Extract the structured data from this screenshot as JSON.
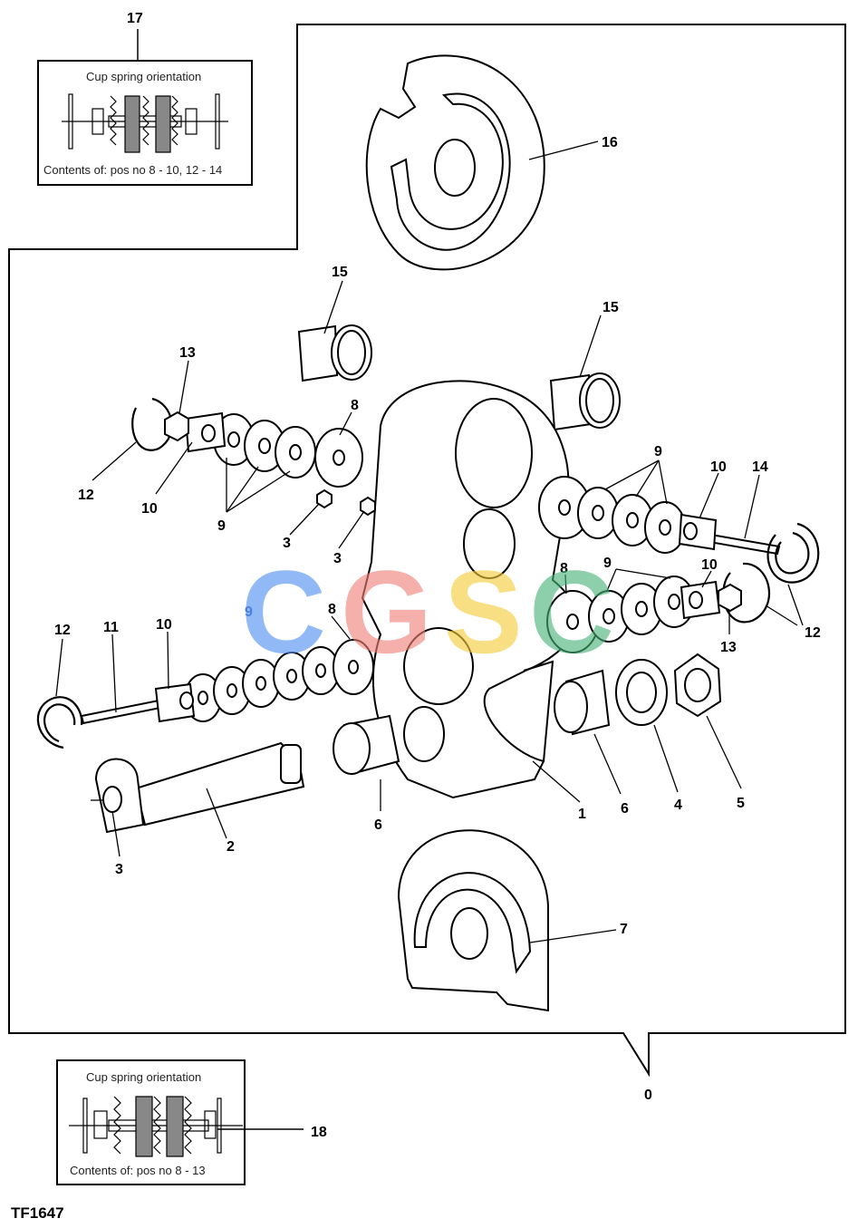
{
  "figure_ref": "TF1647",
  "inset_top": {
    "heading": "Cup spring orientation",
    "caption": "Contents of: pos no 8 - 10, 12 - 14",
    "callout": "17"
  },
  "inset_bottom": {
    "heading": "Cup spring orientation",
    "caption": "Contents of: pos no 8 - 13",
    "callout": "18"
  },
  "assembly_callout": "0",
  "callouts": {
    "c1": "1",
    "c2": "2",
    "c3a": "3",
    "c3b": "3",
    "c3c": "3",
    "c4": "4",
    "c5": "5",
    "c6a": "6",
    "c6b": "6",
    "c7": "7",
    "c8a": "8",
    "c8b": "8",
    "c8c": "8",
    "c9a": "9",
    "c9b": "9",
    "c9c": "9",
    "c9d": "9",
    "c10a": "10",
    "c10b": "10",
    "c10c": "10",
    "c10d": "10",
    "c11": "11",
    "c12a": "12",
    "c12b": "12",
    "c12c": "12",
    "c13a": "13",
    "c13b": "13",
    "c14": "14",
    "c15a": "15",
    "c15b": "15",
    "c16": "16"
  },
  "watermark": {
    "letters": [
      "C",
      "G",
      "S",
      "C"
    ],
    "colors": [
      "#4f8ff0",
      "#f08078",
      "#f5cc3a",
      "#48b278"
    ]
  }
}
